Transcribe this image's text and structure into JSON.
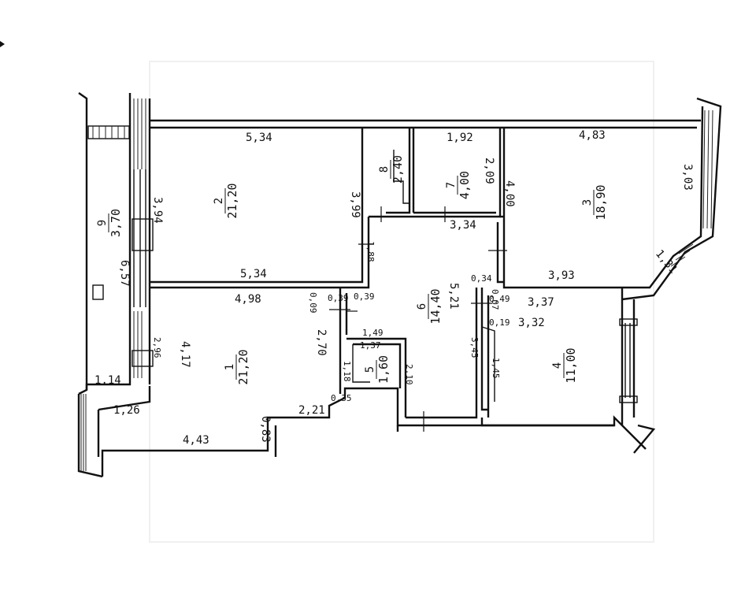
{
  "rooms": [
    {
      "number": "1",
      "area": "21,20"
    },
    {
      "number": "2",
      "area": "21,20"
    },
    {
      "number": "3",
      "area": "18,90"
    },
    {
      "number": "4",
      "area": "11,00"
    },
    {
      "number": "5",
      "area": "1,60"
    },
    {
      "number": "6",
      "area": "14,40"
    },
    {
      "number": "7",
      "area": "4,00"
    },
    {
      "number": "8",
      "area": "2,40"
    },
    {
      "number": "9",
      "area": "3,70"
    }
  ],
  "dimensions": {
    "r2_top": "5,34",
    "r2_bottom": "5,34",
    "r2_right": "3,99",
    "r2_left": "3,94",
    "r1_top": "4,98",
    "r1_left": "4,17",
    "r1_right": "2,70",
    "r1_bottom": "4,43",
    "r1_step": "2,21",
    "r1_corner": "0,83",
    "wall_296": "2,96",
    "balcony_len": "6,57",
    "balcony_w": "1,14",
    "balcony_126": "1,26",
    "r7_top": "1,92",
    "r7_right": "2,09",
    "r6_top": "3,34",
    "r6_right": "5,21",
    "r6_left": "1,88",
    "r6_034": "0,34",
    "r3_top": "4,83",
    "r3_left": "4,00",
    "r3_right": "3,03",
    "r3_diag": "1,31",
    "r3_bottom": "3,93",
    "r4_top": "3,37",
    "r4_side": "3,32",
    "r4_049": "0,49",
    "r4_007": "0,07",
    "r4_019": "0,19",
    "r4_345": "3,45",
    "r4_145": "1,45",
    "r5_149": "1,49",
    "r5_137": "1,37",
    "r5_118": "1,18",
    "r5_210": "2,10",
    "r5_035": "0,35",
    "c_039a": "0,39",
    "c_039b": "0,39",
    "c_009": "0,09"
  }
}
